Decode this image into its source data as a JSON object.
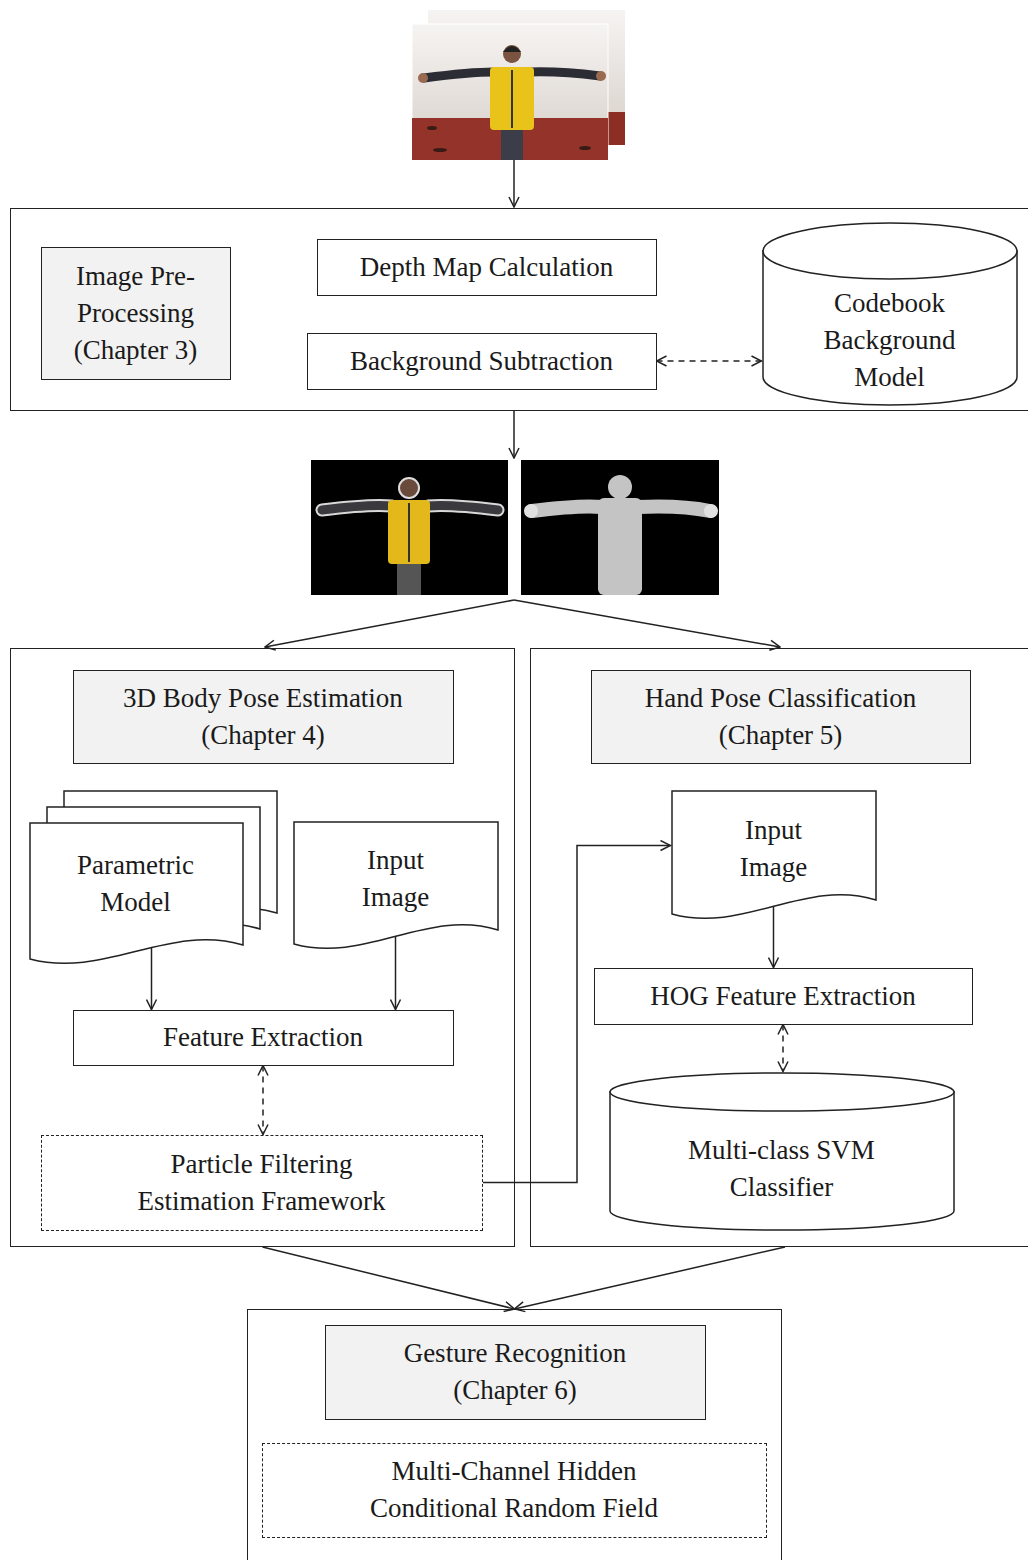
{
  "diagram": {
    "nodes": [
      {
        "text": [
          "Image Pre- Processing (Chapter 3)"
        ]
      },
      {
        "text": [
          "Depth Map Calculation"
        ],
        "in": 0
      },
      {
        "text": [
          "Background Subtraction"
        ],
        "in": 0
      },
      {
        "text": [
          "Codebook Background Model"
        ],
        "in": 0
      },
      {
        "text": [
          "3D Body Pose Estimation (Chapter 4)"
        ]
      },
      {
        "text": [
          "Parametric Model"
        ],
        "in": 4
      },
      {
        "text": [
          "Input Image"
        ],
        "in": 4
      },
      {
        "text": [
          "Feature Extraction"
        ],
        "in": 4
      },
      {
        "text": [
          "Particle Filtering Estimation Framework"
        ],
        "in": 4
      },
      {
        "text": [
          "Hand Pose Classification (Chapter 5)"
        ]
      },
      {
        "text": [
          "Input Image"
        ],
        "in": 9
      },
      {
        "text": [
          "HOG Feature Extraction"
        ],
        "in": 9
      },
      {
        "text": [
          "Multi-class SVM Classifier"
        ],
        "in": 9
      },
      {
        "text": [
          "Gesture Recognition (Chapter 6)"
        ]
      },
      {
        "text": [
          "Multi-Channel Hidden Conditional Random Field"
        ],
        "in": 13
      }
    ],
    "edges": [
      {
        "from": 2,
        "to": 3,
        "arrow": "both"
      },
      {
        "from": 5,
        "to": 7,
        "arrow": "to"
      },
      {
        "from": 6,
        "to": 7,
        "arrow": "to"
      },
      {
        "from": 7,
        "to": 8,
        "arrow": "both"
      },
      {
        "from": 8,
        "to": 10,
        "arrow": "to"
      },
      {
        "from": 10,
        "to": 11,
        "arrow": "to"
      },
      {
        "from": 11,
        "to": 12,
        "arrow": "both"
      },
      {
        "from": 4,
        "to": 13,
        "arrow": "to"
      },
      {
        "from": 9,
        "to": 13,
        "arrow": "to"
      }
    ]
  }
}
